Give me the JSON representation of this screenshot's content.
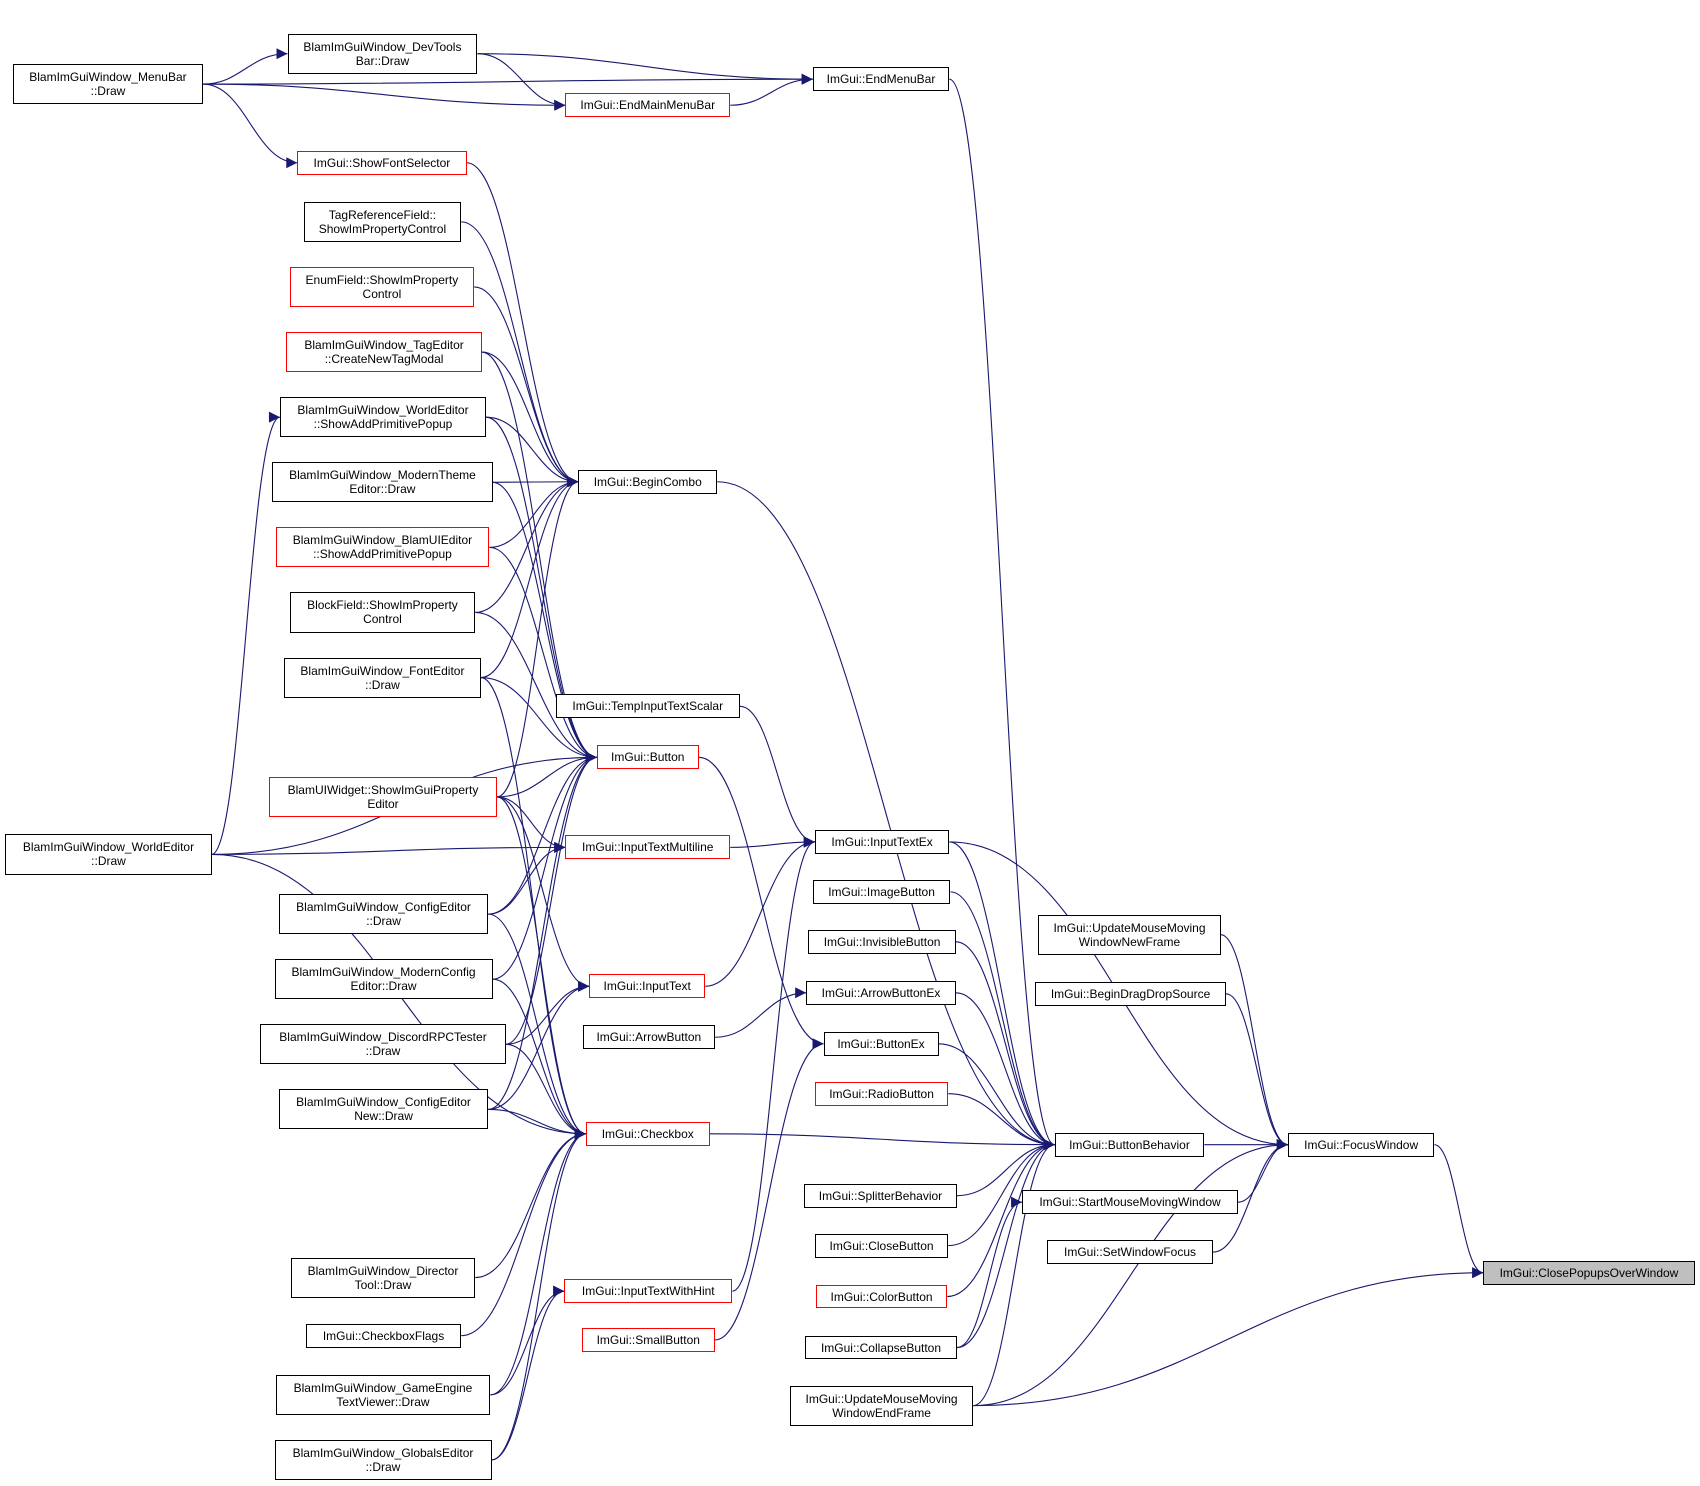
{
  "colors": {
    "edge": "#191970",
    "box_border": "#000000",
    "box_border_incomplete": "#ff0000",
    "target_fill": "#bfbfbf"
  },
  "nodes": [
    {
      "id": "menubar",
      "label": "BlamImGuiWindow_MenuBar\n::Draw",
      "style": "black"
    },
    {
      "id": "devtools",
      "label": "BlamImGuiWindow_DevTools\nBar::Draw",
      "style": "black"
    },
    {
      "id": "endmenubar",
      "label": "ImGui::EndMenuBar",
      "style": "black"
    },
    {
      "id": "endmainmenubar",
      "label": "ImGui::EndMainMenuBar",
      "style": "red"
    },
    {
      "id": "showfontselector",
      "label": "ImGui::ShowFontSelector",
      "style": "red"
    },
    {
      "id": "tagref",
      "label": "TagReferenceField::\nShowImPropertyControl",
      "style": "black"
    },
    {
      "id": "enumfield",
      "label": "EnumField::ShowImProperty\nControl",
      "style": "red"
    },
    {
      "id": "tageditor",
      "label": "BlamImGuiWindow_TagEditor\n::CreateNewTagModal",
      "style": "red"
    },
    {
      "id": "worldaddprim",
      "label": "BlamImGuiWindow_WorldEditor\n::ShowAddPrimitivePopup",
      "style": "black"
    },
    {
      "id": "moderntheme",
      "label": "BlamImGuiWindow_ModernTheme\nEditor::Draw",
      "style": "black"
    },
    {
      "id": "blamuieditor",
      "label": "BlamImGuiWindow_BlamUIEditor\n::ShowAddPrimitivePopup",
      "style": "red"
    },
    {
      "id": "blockfield",
      "label": "BlockField::ShowImProperty\nControl",
      "style": "black"
    },
    {
      "id": "fonteditor",
      "label": "BlamImGuiWindow_FontEditor\n::Draw",
      "style": "black"
    },
    {
      "id": "beginCombo",
      "label": "ImGui::BeginCombo",
      "style": "black"
    },
    {
      "id": "tempinput",
      "label": "ImGui::TempInputTextScalar",
      "style": "black"
    },
    {
      "id": "button",
      "label": "ImGui::Button",
      "style": "red"
    },
    {
      "id": "blamuiwidget",
      "label": "BlamUIWidget::ShowImGuiProperty\nEditor",
      "style": "red"
    },
    {
      "id": "worldeditor",
      "label": "BlamImGuiWindow_WorldEditor\n::Draw",
      "style": "black"
    },
    {
      "id": "inputmulti",
      "label": "ImGui::InputTextMultiline",
      "style": "red"
    },
    {
      "id": "inputtextex",
      "label": "ImGui::InputTextEx",
      "style": "black"
    },
    {
      "id": "configeditor",
      "label": "BlamImGuiWindow_ConfigEditor\n::Draw",
      "style": "black"
    },
    {
      "id": "imagebutton",
      "label": "ImGui::ImageButton",
      "style": "black"
    },
    {
      "id": "updatenew",
      "label": "ImGui::UpdateMouseMoving\nWindowNewFrame",
      "style": "black"
    },
    {
      "id": "invisiblebutton",
      "label": "ImGui::InvisibleButton",
      "style": "black"
    },
    {
      "id": "modernconfig",
      "label": "BlamImGuiWindow_ModernConfig\nEditor::Draw",
      "style": "black"
    },
    {
      "id": "inputtext",
      "label": "ImGui::InputText",
      "style": "red"
    },
    {
      "id": "arrowbuttonex",
      "label": "ImGui::ArrowButtonEx",
      "style": "black"
    },
    {
      "id": "begindrag",
      "label": "ImGui::BeginDragDropSource",
      "style": "black"
    },
    {
      "id": "discord",
      "label": "BlamImGuiWindow_DiscordRPCTester\n::Draw",
      "style": "black"
    },
    {
      "id": "arrowbutton",
      "label": "ImGui::ArrowButton",
      "style": "black"
    },
    {
      "id": "buttonex",
      "label": "ImGui::ButtonEx",
      "style": "black"
    },
    {
      "id": "radiobutton",
      "label": "ImGui::RadioButton",
      "style": "red"
    },
    {
      "id": "confignew",
      "label": "BlamImGuiWindow_ConfigEditor\nNew::Draw",
      "style": "black"
    },
    {
      "id": "checkbox",
      "label": "ImGui::Checkbox",
      "style": "red"
    },
    {
      "id": "buttonbehavior",
      "label": "ImGui::ButtonBehavior",
      "style": "black"
    },
    {
      "id": "focuswindow",
      "label": "ImGui::FocusWindow",
      "style": "black"
    },
    {
      "id": "splitter",
      "label": "ImGui::SplitterBehavior",
      "style": "black"
    },
    {
      "id": "startmoving",
      "label": "ImGui::StartMouseMovingWindow",
      "style": "black"
    },
    {
      "id": "closebutton",
      "label": "ImGui::CloseButton",
      "style": "black"
    },
    {
      "id": "setfocus",
      "label": "ImGui::SetWindowFocus",
      "style": "black"
    },
    {
      "id": "closepopups",
      "label": "ImGui::ClosePopupsOverWindow",
      "style": "target"
    },
    {
      "id": "director",
      "label": "BlamImGuiWindow_Director\nTool::Draw",
      "style": "black"
    },
    {
      "id": "inputhint",
      "label": "ImGui::InputTextWithHint",
      "style": "red"
    },
    {
      "id": "colorbutton",
      "label": "ImGui::ColorButton",
      "style": "red"
    },
    {
      "id": "checkboxflags",
      "label": "ImGui::CheckboxFlags",
      "style": "black"
    },
    {
      "id": "smallbutton",
      "label": "ImGui::SmallButton",
      "style": "red"
    },
    {
      "id": "collapse",
      "label": "ImGui::CollapseButton",
      "style": "black"
    },
    {
      "id": "gameengine",
      "label": "BlamImGuiWindow_GameEngine\nTextViewer::Draw",
      "style": "black"
    },
    {
      "id": "updateend",
      "label": "ImGui::UpdateMouseMoving\nWindowEndFrame",
      "style": "black"
    },
    {
      "id": "globals",
      "label": "BlamImGuiWindow_GlobalsEditor\n::Draw",
      "style": "black"
    }
  ],
  "edges": [
    [
      "menubar",
      "devtools"
    ],
    [
      "menubar",
      "endmenubar"
    ],
    [
      "menubar",
      "endmainmenubar"
    ],
    [
      "menubar",
      "showfontselector"
    ],
    [
      "devtools",
      "endmenubar"
    ],
    [
      "devtools",
      "endmainmenubar"
    ],
    [
      "endmainmenubar",
      "endmenubar"
    ],
    [
      "endmenubar",
      "buttonbehavior"
    ],
    [
      "showfontselector",
      "beginCombo"
    ],
    [
      "tagref",
      "beginCombo"
    ],
    [
      "enumfield",
      "beginCombo"
    ],
    [
      "tageditor",
      "beginCombo"
    ],
    [
      "worldaddprim",
      "beginCombo"
    ],
    [
      "moderntheme",
      "beginCombo"
    ],
    [
      "blamuieditor",
      "beginCombo"
    ],
    [
      "blockfield",
      "beginCombo"
    ],
    [
      "fonteditor",
      "beginCombo"
    ],
    [
      "blamuiwidget",
      "beginCombo"
    ],
    [
      "beginCombo",
      "buttonbehavior"
    ],
    [
      "tageditor",
      "button"
    ],
    [
      "worldaddprim",
      "button"
    ],
    [
      "moderntheme",
      "button"
    ],
    [
      "blamuieditor",
      "button"
    ],
    [
      "blockfield",
      "button"
    ],
    [
      "fonteditor",
      "button"
    ],
    [
      "worldeditor",
      "button"
    ],
    [
      "blamuiwidget",
      "button"
    ],
    [
      "configeditor",
      "button"
    ],
    [
      "modernconfig",
      "button"
    ],
    [
      "discord",
      "button"
    ],
    [
      "confignew",
      "button"
    ],
    [
      "worldeditor",
      "worldaddprim"
    ],
    [
      "worldeditor",
      "inputmulti"
    ],
    [
      "worldeditor",
      "checkbox"
    ],
    [
      "blamuiwidget",
      "inputmulti"
    ],
    [
      "blamuiwidget",
      "inputtext"
    ],
    [
      "blamuiwidget",
      "checkbox"
    ],
    [
      "configeditor",
      "inputmulti"
    ],
    [
      "configeditor",
      "checkbox"
    ],
    [
      "modernconfig",
      "checkbox"
    ],
    [
      "discord",
      "inputtext"
    ],
    [
      "discord",
      "checkbox"
    ],
    [
      "confignew",
      "inputtext"
    ],
    [
      "confignew",
      "checkbox"
    ],
    [
      "fonteditor",
      "checkbox"
    ],
    [
      "director",
      "checkbox"
    ],
    [
      "checkboxflags",
      "checkbox"
    ],
    [
      "gameengine",
      "checkbox"
    ],
    [
      "gameengine",
      "inputhint"
    ],
    [
      "globals",
      "checkbox"
    ],
    [
      "globals",
      "inputhint"
    ],
    [
      "tempinput",
      "inputtextex"
    ],
    [
      "inputmulti",
      "inputtextex"
    ],
    [
      "inputtext",
      "inputtextex"
    ],
    [
      "inputhint",
      "inputtextex"
    ],
    [
      "button",
      "buttonex"
    ],
    [
      "arrowbutton",
      "arrowbuttonex"
    ],
    [
      "smallbutton",
      "buttonex"
    ],
    [
      "inputtextex",
      "buttonbehavior"
    ],
    [
      "inputtextex",
      "focuswindow"
    ],
    [
      "imagebutton",
      "buttonbehavior"
    ],
    [
      "invisiblebutton",
      "buttonbehavior"
    ],
    [
      "arrowbuttonex",
      "buttonbehavior"
    ],
    [
      "buttonex",
      "buttonbehavior"
    ],
    [
      "radiobutton",
      "buttonbehavior"
    ],
    [
      "checkbox",
      "buttonbehavior"
    ],
    [
      "splitter",
      "buttonbehavior"
    ],
    [
      "closebutton",
      "buttonbehavior"
    ],
    [
      "colorbutton",
      "buttonbehavior"
    ],
    [
      "collapse",
      "buttonbehavior"
    ],
    [
      "collapse",
      "startmoving"
    ],
    [
      "updateend",
      "buttonbehavior"
    ],
    [
      "buttonbehavior",
      "focuswindow"
    ],
    [
      "updatenew",
      "focuswindow"
    ],
    [
      "begindrag",
      "focuswindow"
    ],
    [
      "startmoving",
      "focuswindow"
    ],
    [
      "setfocus",
      "focuswindow"
    ],
    [
      "updateend",
      "focuswindow"
    ],
    [
      "focuswindow",
      "closepopups"
    ],
    [
      "updateend",
      "closepopups"
    ]
  ]
}
